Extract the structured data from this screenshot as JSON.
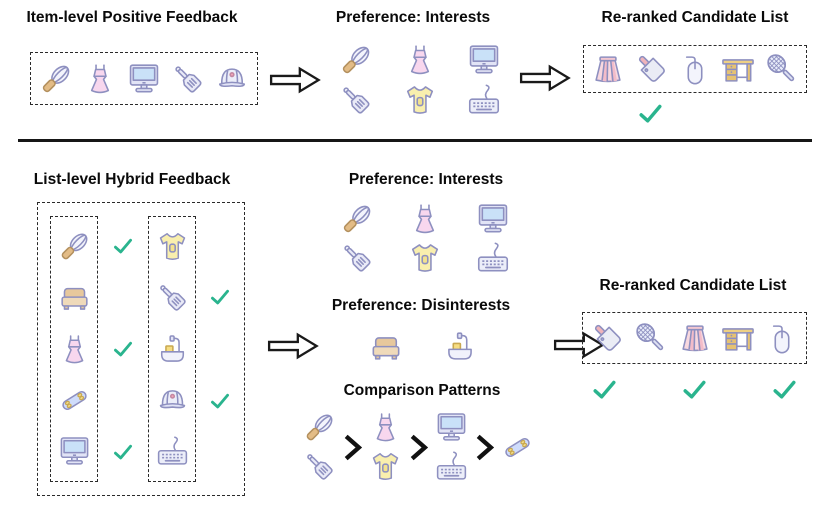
{
  "colors": {
    "checkmark": "#2ab48e",
    "icon_outline": "#8e90c0",
    "arrow_outline": "#1a1a1a"
  },
  "top_flow": {
    "item_feedback": {
      "title": "Item-level Positive Feedback",
      "items": [
        "whisk",
        "dress",
        "monitor",
        "spatula",
        "cap"
      ]
    },
    "interests": {
      "title": "Preference: Interests",
      "rows": [
        [
          "whisk",
          "dress",
          "monitor"
        ],
        [
          "spatula",
          "tshirt",
          "keyboard"
        ]
      ]
    },
    "reranked": {
      "title": "Re-ranked Candidate List",
      "items": [
        "skirt",
        "cleaver",
        "mouse",
        "desk",
        "racket"
      ],
      "checks": [
        false,
        true,
        false,
        false,
        false
      ]
    }
  },
  "bottom_flow": {
    "list_feedback": {
      "title": "List-level Hybrid Feedback",
      "columns": [
        {
          "icons": [
            "whisk",
            "sofa",
            "dress",
            "skateboard",
            "monitor"
          ],
          "checks": [
            true,
            false,
            true,
            false,
            true
          ]
        },
        {
          "icons": [
            "tshirt",
            "spatula",
            "sink",
            "cap",
            "keyboard"
          ],
          "checks": [
            false,
            true,
            false,
            true,
            false
          ]
        }
      ]
    },
    "interests": {
      "title": "Preference: Interests",
      "rows": [
        [
          "whisk",
          "dress",
          "monitor"
        ],
        [
          "spatula",
          "tshirt",
          "keyboard"
        ]
      ]
    },
    "disinterests": {
      "title": "Preference: Disinterests",
      "items": [
        "sofa",
        "sink"
      ]
    },
    "comparison": {
      "title": "Comparison Patterns",
      "separator": ">",
      "groups": [
        [
          "whisk",
          "spatula"
        ],
        [
          "dress",
          "tshirt"
        ],
        [
          "monitor",
          "keyboard"
        ],
        [
          "skateboard"
        ]
      ]
    },
    "reranked": {
      "title": "Re-ranked Candidate List",
      "items": [
        "cleaver",
        "racket",
        "skirt",
        "desk",
        "mouse"
      ],
      "checks": [
        true,
        false,
        true,
        false,
        true
      ]
    }
  }
}
